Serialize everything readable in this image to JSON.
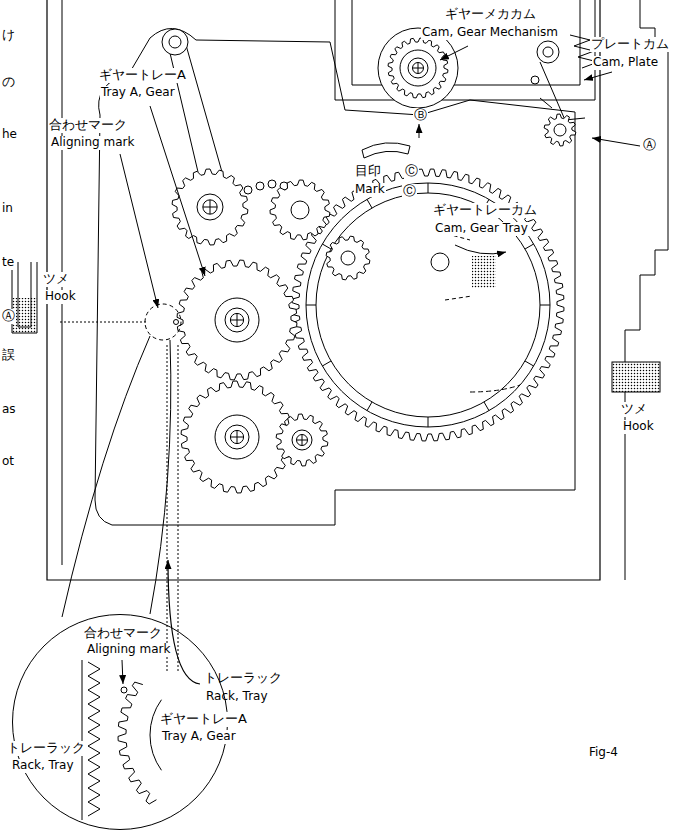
{
  "diagram": {
    "nodes": [
      {
        "text": [
          "合わせマーク",
          "Aligning mark",
          "ギヤートレーA",
          "Tray A, Gear",
          "トレーラック",
          "Rack, Tray"
        ]
      }
    ],
    "labels": [
      "け",
      "の",
      "he",
      "in",
      "te",
      "Ⓐ",
      "誤",
      "as",
      "ot",
      "ギヤーメカカム",
      "Cam, Gear Mechanism",
      "プレートカム",
      "Cam, Plate",
      "ギヤートレーA",
      "Tray A, Gear",
      "合わせマーク",
      "Aligning mark",
      "目印",
      "Ⓒ",
      "Mark",
      "Ⓒ",
      "Ⓑ",
      "Ⓐ",
      "ギヤートレーカム",
      "Cam, Gear Tray",
      "ツメ",
      "Hook",
      "ツメ",
      "Hook",
      "トレーラック",
      "Rack, Tray",
      "Fig-4"
    ]
  }
}
